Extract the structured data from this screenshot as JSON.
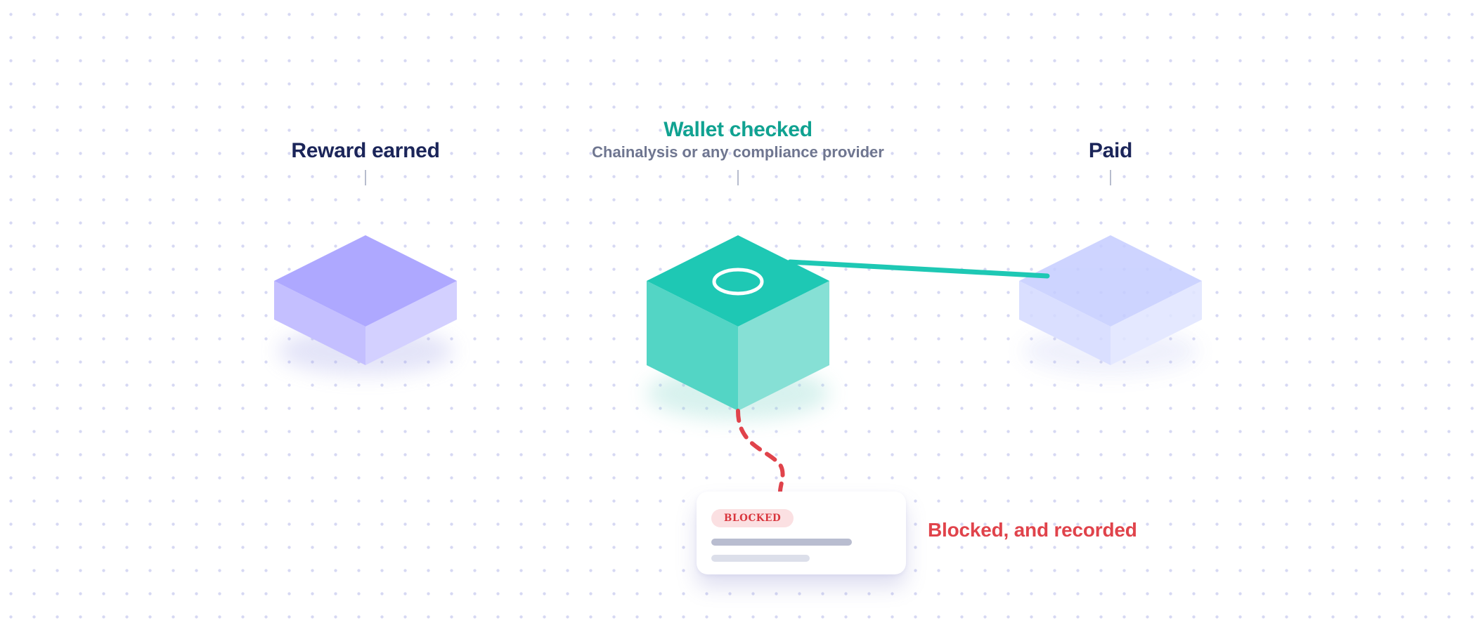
{
  "steps": [
    {
      "title": "Reward earned",
      "subtitle": ""
    },
    {
      "title": "Wallet checked",
      "subtitle": "Chainalysis or any compliance provider"
    },
    {
      "title": "Paid",
      "subtitle": ""
    }
  ],
  "blocked_card": {
    "badge": "BLOCKED",
    "outcome": "Blocked, and recorded"
  },
  "colors": {
    "navy": "#1b2559",
    "teal": "#10a291",
    "teal_block": "#1ec8b4",
    "purple_block": "#aea8ff",
    "pale_block": "#cbd3ff",
    "red": "#e0434b"
  }
}
